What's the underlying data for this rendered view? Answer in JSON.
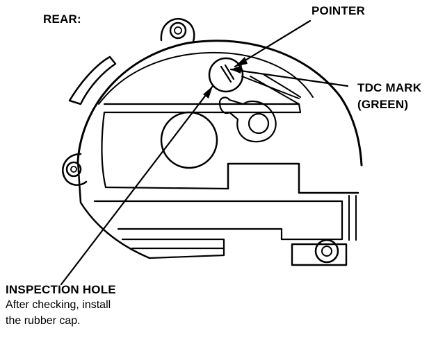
{
  "labels": {
    "view": "REAR:",
    "pointer": "POINTER",
    "tdc_mark_line1": "TDC MARK",
    "tdc_mark_line2": "(GREEN)",
    "inspection_hole": "INSPECTION HOLE",
    "note_line1": "After checking, install",
    "note_line2": "the rubber cap."
  },
  "colors": {
    "ink": "#000000",
    "background": "#ffffff"
  }
}
